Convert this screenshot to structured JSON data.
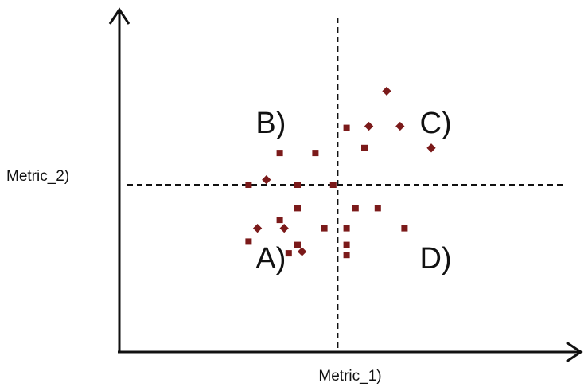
{
  "chart_data": {
    "type": "scatter",
    "title": "",
    "xlabel": "Metric_1)",
    "ylabel": "Metric_2)",
    "xlim": [
      0,
      10
    ],
    "ylim": [
      0,
      10
    ],
    "grid": false,
    "legend": "none",
    "threshold_x": 4.9,
    "threshold_y": 5.0,
    "quadrant_labels": [
      {
        "text": "B)",
        "x": 3.4,
        "y": 6.55
      },
      {
        "text": "C)",
        "x": 7.1,
        "y": 6.55
      },
      {
        "text": "A)",
        "x": 3.4,
        "y": 2.5
      },
      {
        "text": "D)",
        "x": 7.1,
        "y": 2.5
      }
    ],
    "series": [
      {
        "color": "#7b1a1a",
        "points": [
          {
            "x": 6.0,
            "y": 7.8,
            "marker": "diamond"
          },
          {
            "x": 5.1,
            "y": 6.7,
            "marker": "square"
          },
          {
            "x": 5.6,
            "y": 6.75,
            "marker": "diamond"
          },
          {
            "x": 6.3,
            "y": 6.75,
            "marker": "diamond"
          },
          {
            "x": 7.0,
            "y": 6.1,
            "marker": "diamond"
          },
          {
            "x": 5.5,
            "y": 6.1,
            "marker": "square"
          },
          {
            "x": 4.4,
            "y": 5.95,
            "marker": "square"
          },
          {
            "x": 3.6,
            "y": 5.95,
            "marker": "square"
          },
          {
            "x": 3.3,
            "y": 5.15,
            "marker": "diamond"
          },
          {
            "x": 2.9,
            "y": 5.0,
            "marker": "square"
          },
          {
            "x": 4.0,
            "y": 5.0,
            "marker": "square"
          },
          {
            "x": 4.8,
            "y": 5.0,
            "marker": "square"
          },
          {
            "x": 4.0,
            "y": 4.3,
            "marker": "square"
          },
          {
            "x": 5.3,
            "y": 4.3,
            "marker": "square"
          },
          {
            "x": 5.8,
            "y": 4.3,
            "marker": "square"
          },
          {
            "x": 3.6,
            "y": 3.95,
            "marker": "square"
          },
          {
            "x": 3.1,
            "y": 3.7,
            "marker": "diamond"
          },
          {
            "x": 3.7,
            "y": 3.7,
            "marker": "diamond"
          },
          {
            "x": 4.6,
            "y": 3.7,
            "marker": "square"
          },
          {
            "x": 5.1,
            "y": 3.7,
            "marker": "square"
          },
          {
            "x": 6.4,
            "y": 3.7,
            "marker": "square"
          },
          {
            "x": 2.9,
            "y": 3.3,
            "marker": "square"
          },
          {
            "x": 5.1,
            "y": 3.2,
            "marker": "square"
          },
          {
            "x": 4.0,
            "y": 3.2,
            "marker": "square"
          },
          {
            "x": 4.1,
            "y": 3.0,
            "marker": "diamond"
          },
          {
            "x": 3.8,
            "y": 2.95,
            "marker": "square"
          },
          {
            "x": 5.1,
            "y": 2.9,
            "marker": "square"
          }
        ]
      }
    ]
  }
}
